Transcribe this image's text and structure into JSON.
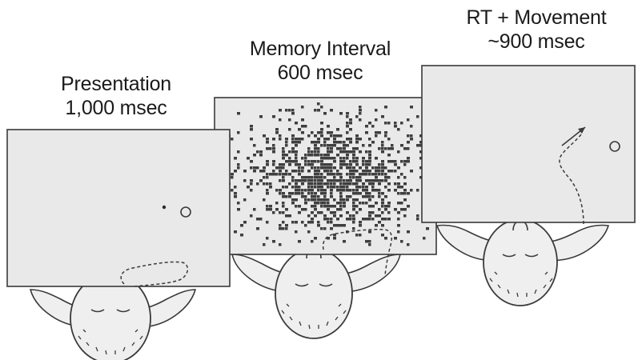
{
  "panels": [
    {
      "id": "presentation",
      "title": "Presentation",
      "duration": "1,000 msec"
    },
    {
      "id": "memory",
      "title": "Memory Interval",
      "duration": "600 msec"
    },
    {
      "id": "movement",
      "title": "RT + Movement",
      "duration": "~900 msec"
    }
  ],
  "colors": {
    "screen_fill": "#e9e9e9",
    "outline": "#3a3a3a",
    "head_fill": "#efefef",
    "noise": "#3f3f3f"
  }
}
